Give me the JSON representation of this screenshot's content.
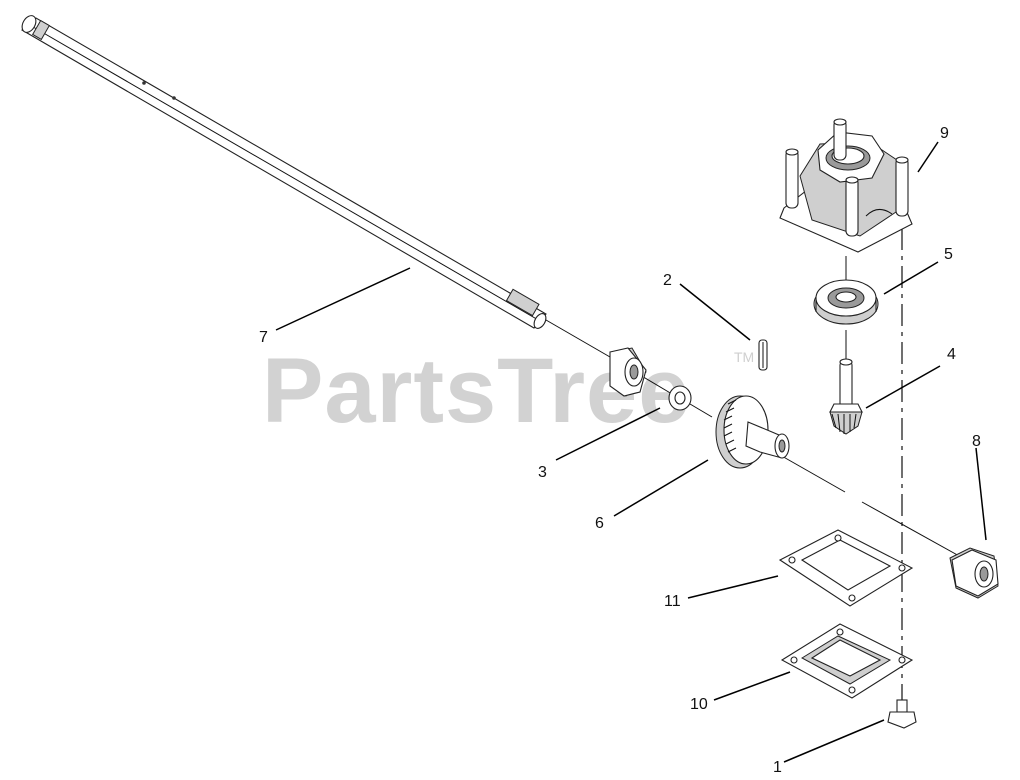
{
  "watermark": {
    "text": "PartsTree",
    "trademark": "TM"
  },
  "callouts": [
    {
      "id": "1",
      "label": "1"
    },
    {
      "id": "2",
      "label": "2"
    },
    {
      "id": "3",
      "label": "3"
    },
    {
      "id": "4",
      "label": "4"
    },
    {
      "id": "5",
      "label": "5"
    },
    {
      "id": "6",
      "label": "6"
    },
    {
      "id": "7",
      "label": "7"
    },
    {
      "id": "8",
      "label": "8"
    },
    {
      "id": "9",
      "label": "9"
    },
    {
      "id": "10",
      "label": "10"
    },
    {
      "id": "11",
      "label": "11"
    }
  ]
}
